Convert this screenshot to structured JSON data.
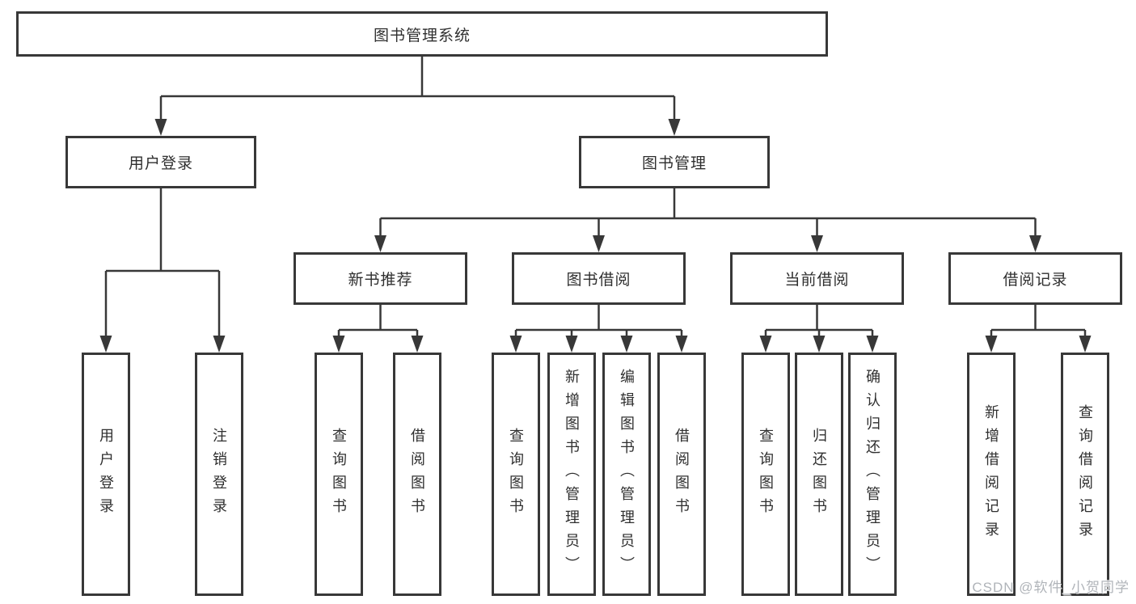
{
  "diagram": {
    "root": {
      "label": "图书管理系统"
    },
    "branches": [
      {
        "label": "用户登录",
        "children": [
          {
            "label": "用户登录"
          },
          {
            "label": "注销登录"
          }
        ]
      },
      {
        "label": "图书管理",
        "children": [
          {
            "label": "新书推荐",
            "children": [
              {
                "label": "查询图书"
              },
              {
                "label": "借阅图书"
              }
            ]
          },
          {
            "label": "图书借阅",
            "children": [
              {
                "label": "查询图书"
              },
              {
                "label": "新增图书（管理员）"
              },
              {
                "label": "编辑图书（管理员）"
              },
              {
                "label": "借阅图书"
              }
            ]
          },
          {
            "label": "当前借阅",
            "children": [
              {
                "label": "查询图书"
              },
              {
                "label": "归还图书"
              },
              {
                "label": "确认归还（管理员）"
              }
            ]
          },
          {
            "label": "借阅记录",
            "children": [
              {
                "label": "新增借阅记录"
              },
              {
                "label": "查询借阅记录"
              }
            ]
          }
        ]
      }
    ]
  },
  "watermark": {
    "text": "CSDN @软件_小贺同学"
  },
  "colors": {
    "line": "#383838",
    "box_border": "#383838",
    "text": "#2f2f2f",
    "watermark": "#b0b4b9",
    "background": "#ffffff"
  }
}
